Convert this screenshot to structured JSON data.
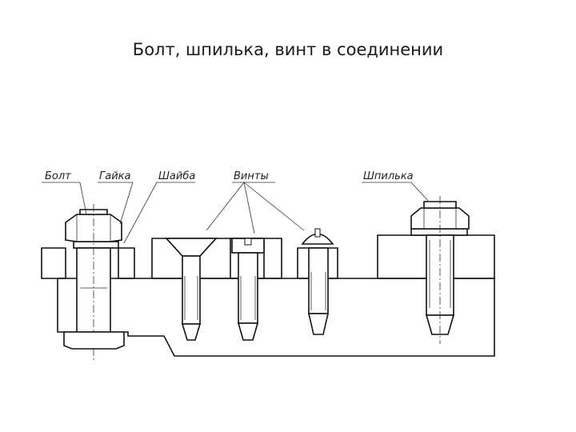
{
  "title": "Болт, шпилька, винт в соединении",
  "labels": {
    "bolt": "Болт",
    "nut": "Гайка",
    "washer": "Шайба",
    "screws": "Винты",
    "stud": "Шпилька"
  }
}
